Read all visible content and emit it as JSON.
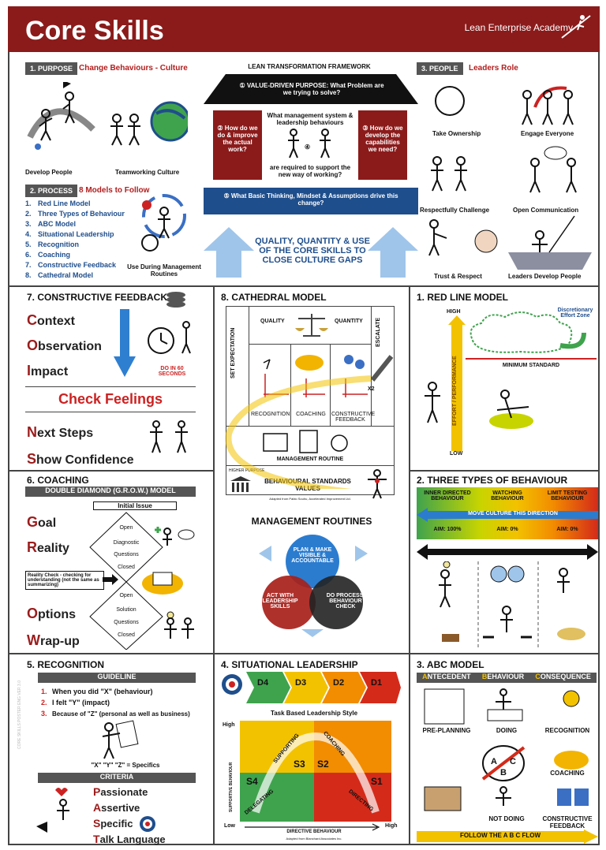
{
  "header": {
    "title": "Core Skills",
    "brand": "Lean Enterprise Academy"
  },
  "purpose": {
    "tag": "1. PURPOSE",
    "subtitle": "Change Behaviours - Culture",
    "captions": [
      "Develop People",
      "Teamworking Culture"
    ]
  },
  "process": {
    "tag": "2. PROCESS",
    "subtitle": "8 Models to Follow",
    "items": [
      {
        "n": "1.",
        "label": "Red Line Model"
      },
      {
        "n": "2.",
        "label": "Three Types of Behaviour"
      },
      {
        "n": "3.",
        "label": "ABC Model"
      },
      {
        "n": "4.",
        "label": "Situational Leadership"
      },
      {
        "n": "5.",
        "label": "Recognition"
      },
      {
        "n": "6.",
        "label": "Coaching"
      },
      {
        "n": "7.",
        "label": "Constructive Feedback"
      },
      {
        "n": "8.",
        "label": "Cathedral Model"
      }
    ],
    "caption": "Use During Management Routines"
  },
  "framework": {
    "title": "LEAN TRANSFORMATION FRAMEWORK",
    "roof": "① VALUE-DRIVEN PURPOSE: What Problem are we trying to solve?",
    "left_pillar": "② How do we do & improve the actual work?",
    "center_top": "What management system & leadership behaviours",
    "center_num": "④",
    "center_bottom": "are required to support the new way of working?",
    "right_pillar": "③ How do we develop the capabilities we need?",
    "base": "⑤ What Basic Thinking, Mindset & Assumptions drive this change?",
    "quality": "QUALITY, QUANTITY & USE OF THE CORE SKILLS TO CLOSE CULTURE GAPS"
  },
  "people": {
    "tag": "3. PEOPLE",
    "subtitle": "Leaders Role",
    "captions": [
      "Take Ownership",
      "Engage Everyone",
      "Respectfully Challenge",
      "Open Communication",
      "Trust & Respect",
      "Leaders Develop People"
    ]
  },
  "feedback": {
    "title": "7. CONSTRUCTIVE FEEDBACK",
    "rows": [
      {
        "l": "C",
        "w": "ontext"
      },
      {
        "l": "O",
        "w": "bservation"
      },
      {
        "l": "I",
        "w": "mpact"
      }
    ],
    "do_in": "DO IN 60 SECONDS",
    "check": "Check Feelings",
    "rows2": [
      {
        "l": "N",
        "w": "ext Steps"
      },
      {
        "l": "S",
        "w": "how Confidence"
      }
    ]
  },
  "cathedral": {
    "title": "8. CATHEDRAL MODEL",
    "quality": "QUALITY",
    "quantity": "QUANTITY",
    "set_exp": "SET EXPECTATION",
    "escalate": "ESCALATE",
    "x2": "X2",
    "cols": [
      "RECOGNITION",
      "COACHING",
      "CONSTRUCTIVE FEEDBACK"
    ],
    "mgmt": "MANAGEMENT ROUTINE",
    "higher": "HIGHER PURPOSE",
    "values": "BEHAVIOURAL STANDARDS VALUES",
    "adapted": "Adapted from Pablo Souhu, Accelerated Improvement Ltd."
  },
  "routines": {
    "title": "MANAGEMENT ROUTINES",
    "top": "PLAN & MAKE VISIBLE & ACCOUNTABLE",
    "left": "ACT WITH LEADERSHIP SKILLS",
    "right": "DO PROCESS, BEHAVIOUR CHECK"
  },
  "redline": {
    "title": "1. RED LINE MODEL",
    "high": "HIGH",
    "low": "LOW",
    "axis": "EFFORT / PERFORMANCE",
    "zone": "Discretionary Effort Zone",
    "min": "MINIMUM STANDARD"
  },
  "coaching": {
    "title": "6. COACHING",
    "band": "DOUBLE DIAMOND (G.R.O.W.) MODEL",
    "initial": "Initial Issue",
    "d1": [
      "Open",
      "Diagnostic",
      "Questions",
      "Closed"
    ],
    "d2": [
      "Open",
      "Solution",
      "Questions",
      "Closed"
    ],
    "reality": "Reality Check - checking for understanding (not the same as summarizing)",
    "words": [
      {
        "l": "G",
        "w": "oal"
      },
      {
        "l": "R",
        "w": "eality"
      },
      {
        "l": "O",
        "w": "ptions"
      },
      {
        "l": "W",
        "w": "rap-up"
      }
    ]
  },
  "three": {
    "title": "2. THREE TYPES OF BEHAVIOUR",
    "cols": [
      "INNER DIRECTED BEHAVIOUR",
      "WATCHING BEHAVIOUR",
      "LIMIT TESTING BEHAVIOUR"
    ],
    "move": "MOVE CULTURE THIS DIRECTION",
    "aims": [
      "AIM: 100%",
      "AIM: 0%",
      "AIM: 0%"
    ]
  },
  "recognition": {
    "title": "5. RECOGNITION",
    "guideline": "GUIDELINE",
    "items": [
      {
        "n": "1.",
        "t": "When you did \"X\" (behaviour)"
      },
      {
        "n": "2.",
        "t": "I felt \"Y\" (impact)"
      },
      {
        "n": "3.",
        "t": "Because of \"Z\" (personal as well as business)"
      }
    ],
    "specifics": "\"X\" \"Y\" \"Z\" = Specifics",
    "criteria": "CRITERIA",
    "words": [
      {
        "l": "P",
        "w": "assionate"
      },
      {
        "l": "A",
        "w": "ssertive"
      },
      {
        "l": "S",
        "w": "pecific"
      },
      {
        "l": "T",
        "w": "alk Language"
      }
    ],
    "vertical": "CORE SKILLS POSTER ENG VER 3.0"
  },
  "situational": {
    "title": "4. SITUATIONAL LEADERSHIP",
    "d": [
      "D4",
      "D3",
      "D2",
      "D1"
    ],
    "style": "Task Based Leadership Style",
    "q": [
      "SUPPORTING",
      "COACHING",
      "DELEGATING",
      "DIRECTING"
    ],
    "s": [
      "S3",
      "S2",
      "S4",
      "S1"
    ],
    "high": "High",
    "low": "Low",
    "yaxis": "SUPPORTIVE BEHAVIOUR",
    "xaxis": "DIRECTIVE BEHAVIOUR",
    "adapted": "Adapted from Blanchard Associates Inc."
  },
  "abc": {
    "title": "3. ABC MODEL",
    "heads": [
      {
        "l": "A",
        "w": "NTECEDENT"
      },
      {
        "l": "B",
        "w": "EHAVIOUR"
      },
      {
        "l": "C",
        "w": "ONSEQUENCE"
      }
    ],
    "labels": [
      "PRE-PLANNING",
      "DOING",
      "RECOGNITION",
      "COACHING",
      "NOT DOING",
      "CONSTRUCTIVE FEEDBACK"
    ],
    "abc": [
      "A",
      "B",
      "C"
    ],
    "flow": "FOLLOW THE A B C FLOW"
  },
  "colors": {
    "brand": "#8b1b1b",
    "blue": "#1f4e8c",
    "yellow": "#f2c200"
  }
}
